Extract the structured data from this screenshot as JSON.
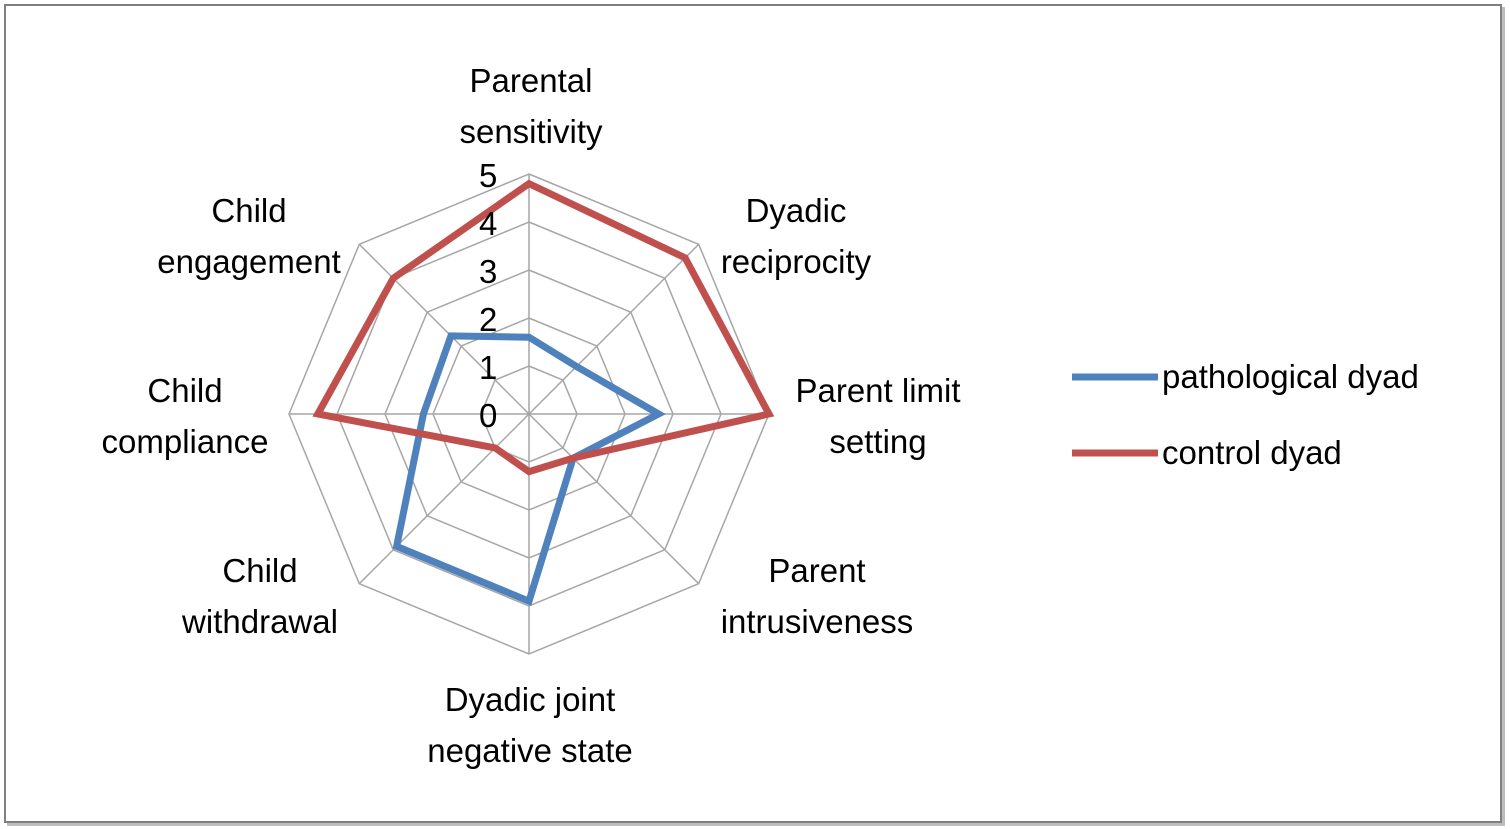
{
  "chart_data": {
    "type": "radar",
    "title": "",
    "categories": [
      [
        "Parental",
        "sensitivity"
      ],
      [
        "Dyadic",
        "reciprocity"
      ],
      [
        "Parent limit",
        "setting"
      ],
      [
        "Parent",
        "intrusiveness"
      ],
      [
        "Dyadic joint",
        "negative state"
      ],
      [
        "Child",
        "withdrawal"
      ],
      [
        "Child",
        "compliance"
      ],
      [
        "Child",
        "engagement"
      ]
    ],
    "rlim": [
      0,
      5
    ],
    "ticks": [
      "0",
      "1",
      "2",
      "3",
      "4",
      "5"
    ],
    "grid": true,
    "legend_position": "right",
    "series": [
      {
        "name": "pathological dyad",
        "color": "#4f81bd",
        "values": [
          1.6,
          1.4,
          2.7,
          1.3,
          3.9,
          3.9,
          2.2,
          2.3
        ]
      },
      {
        "name": "control dyad",
        "color": "#c0504d",
        "values": [
          4.8,
          4.6,
          5.0,
          1.3,
          1.2,
          1.0,
          4.4,
          4.0
        ]
      }
    ]
  }
}
